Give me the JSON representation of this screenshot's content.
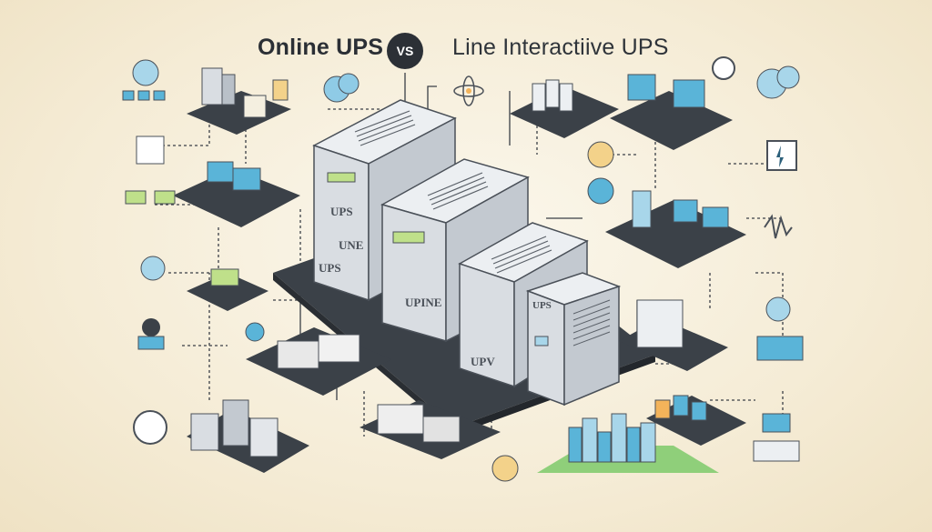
{
  "header": {
    "left_title": "Online UPS",
    "vs_badge": "VS",
    "right_title": "Line Interactiive UPS"
  },
  "ups_labels": {
    "tower1_top": "UPS",
    "tower1_bottom": "UPS",
    "tower1_mid": "UNE",
    "tower2": "UPINE",
    "tower3_front": "UPV",
    "tower4": "UPS"
  },
  "palette": {
    "background": "#f5ecd6",
    "accent_blue": "#5ab4d8",
    "dark_platform": "#3b4148",
    "server_gray": "#d7dbe0",
    "screen_green": "#bfe08a"
  }
}
